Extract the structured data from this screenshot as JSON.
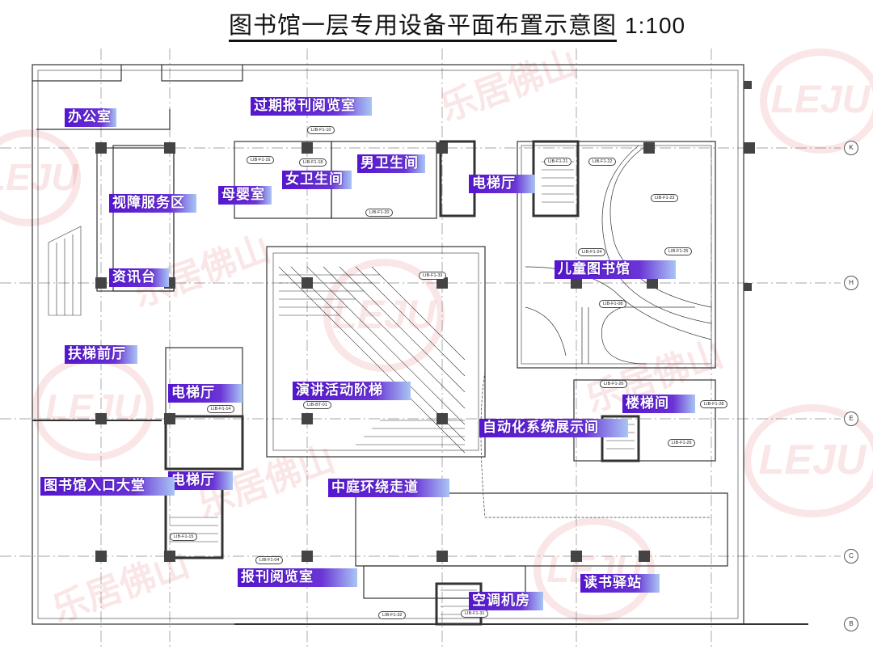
{
  "title": {
    "text": "图书馆一层专用设备平面布置示意图",
    "scale": "1:100"
  },
  "watermark": {
    "logo": "LEJU",
    "text": "乐居佛山"
  },
  "rooms": [
    {
      "id": "office",
      "label": "办公室"
    },
    {
      "id": "old-periodicals",
      "label": "过期报刊阅览室"
    },
    {
      "id": "mens-restroom",
      "label": "男卫生间"
    },
    {
      "id": "womens-restroom",
      "label": "女卫生间"
    },
    {
      "id": "mother-baby",
      "label": "母婴室"
    },
    {
      "id": "elevator-hall-top",
      "label": "电梯厅"
    },
    {
      "id": "visual-impaired",
      "label": "视障服务区"
    },
    {
      "id": "info-desk",
      "label": "资讯台"
    },
    {
      "id": "childrens-library",
      "label": "儿童图书馆"
    },
    {
      "id": "escalator-foyer",
      "label": "扶梯前厅"
    },
    {
      "id": "lecture-steps",
      "label": "演讲活动阶梯"
    },
    {
      "id": "elevator-hall-mid",
      "label": "电梯厅"
    },
    {
      "id": "stairwell",
      "label": "楼梯间"
    },
    {
      "id": "automation-showroom",
      "label": "自动化系统展示间"
    },
    {
      "id": "elevator-hall-low",
      "label": "电梯厅"
    },
    {
      "id": "entrance-lobby",
      "label": "图书馆入口大堂"
    },
    {
      "id": "atrium-corridor",
      "label": "中庭环绕走道"
    },
    {
      "id": "periodicals",
      "label": "报刊阅览室"
    },
    {
      "id": "reading-station",
      "label": "读书驿站"
    },
    {
      "id": "ac-room",
      "label": "空调机房"
    }
  ],
  "codes": [
    "LIB-F1-10",
    "LIB-F1-16",
    "LIB-F1-18",
    "LIB-F1-20",
    "LIB-F1-21",
    "LIB-F1-22",
    "LIB-F1-23",
    "LIB-F1-24",
    "LIB-F1-25",
    "LIB-F1-33",
    "LIB-F1-08",
    "LIB-F1-26",
    "LIB-F1-28",
    "LIB-F1-29",
    "LIB-F1-14",
    "LIB-BT-01",
    "LIB-F1-15",
    "LIB-F1-04",
    "LIB-F1-32",
    "LIB-F1-31"
  ],
  "axes": [
    "K",
    "H",
    "E",
    "C",
    "B"
  ],
  "colors": {
    "label_start": "#5516cf",
    "label_end": "#a9c5f5",
    "watermark": "#dc3c3c"
  }
}
